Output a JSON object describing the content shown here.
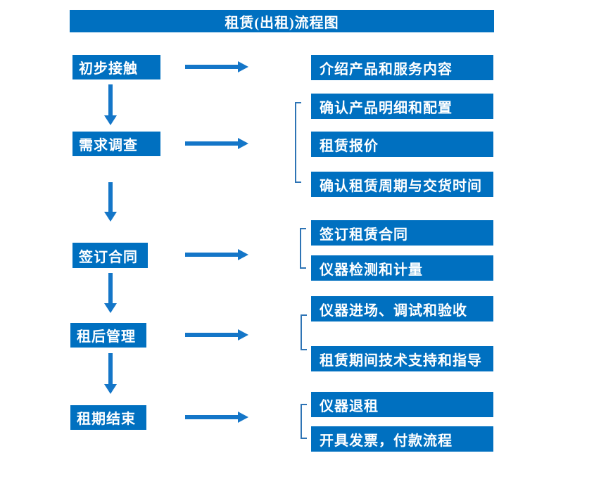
{
  "title": "租赁(出租)流程图",
  "colors": {
    "box_blue": "#0070C0",
    "arrow_blue": "#1476C8",
    "bracket_blue": "#2E74B5",
    "text_white": "#FFFFFF"
  },
  "flow": {
    "steps": [
      {
        "label": "初步接触",
        "details": [
          "介绍产品和服务内容"
        ]
      },
      {
        "label": "需求调查",
        "details": [
          "确认产品明细和配置",
          "租赁报价",
          "确认租赁周期与交货时间"
        ]
      },
      {
        "label": "签订合同",
        "details": [
          "签订租赁合同",
          "仪器检测和计量"
        ]
      },
      {
        "label": "租后管理",
        "details": [
          "仪器进场、调试和验收",
          "租赁期间技术支持和指导"
        ]
      },
      {
        "label": "租期结束",
        "details": [
          "仪器退租",
          "开具发票，付款流程"
        ]
      }
    ]
  }
}
